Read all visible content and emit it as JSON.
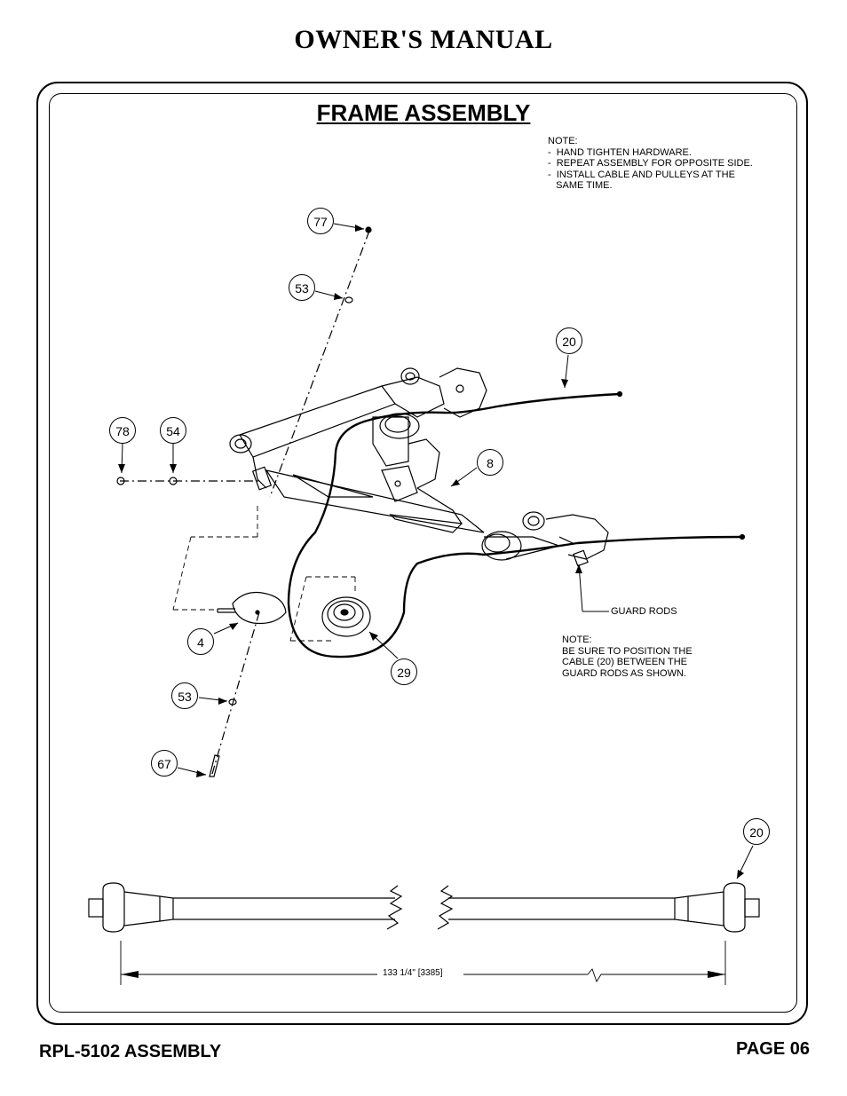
{
  "header": {
    "title": "OWNER'S MANUAL"
  },
  "section": {
    "title": "FRAME ASSEMBLY"
  },
  "notes": {
    "top": [
      "NOTE:",
      "-  HAND TIGHTEN HARDWARE.",
      "-  REPEAT ASSEMBLY FOR OPPOSITE SIDE.",
      "-  INSTALL CABLE AND PULLEYS AT THE",
      "   SAME TIME."
    ],
    "bottom": [
      "NOTE:",
      "BE SURE TO POSITION THE",
      "CABLE (20) BETWEEN THE",
      "GUARD RODS AS SHOWN."
    ]
  },
  "callouts": {
    "c77": "77",
    "c53a": "53",
    "c20a": "20",
    "c78": "78",
    "c54": "54",
    "c8": "8",
    "c4": "4",
    "c29": "29",
    "c53b": "53",
    "c67": "67",
    "c20b": "20"
  },
  "labels": {
    "guard_rods": "GUARD RODS"
  },
  "dimension": {
    "cable_length": "133 1/4\" [3385]"
  },
  "footer": {
    "left": "RPL-5102 ASSEMBLY",
    "right": "PAGE 06"
  }
}
